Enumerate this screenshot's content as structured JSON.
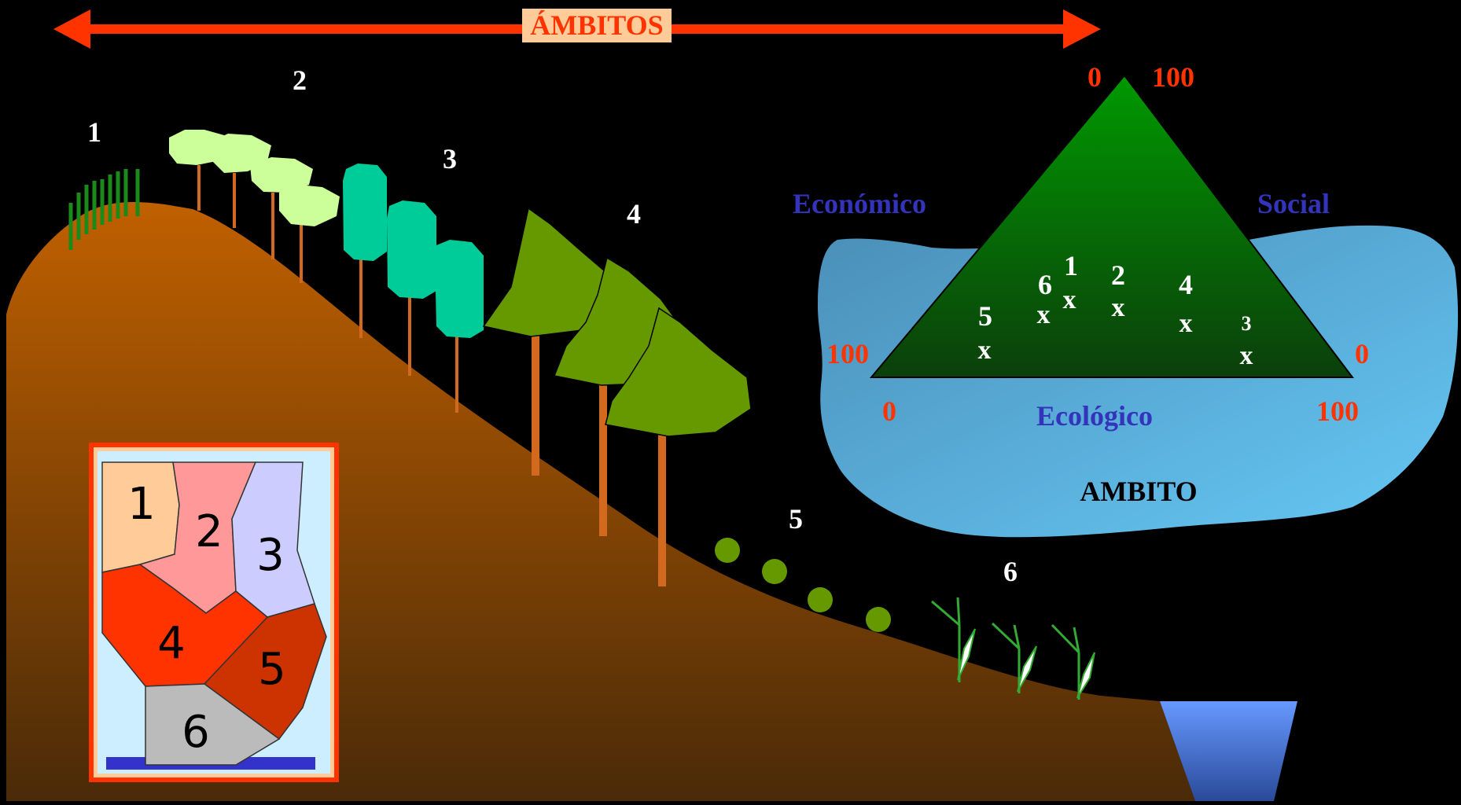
{
  "header": {
    "title": "ÁMBITOS"
  },
  "zone_labels": [
    "1",
    "2",
    "3",
    "4",
    "5",
    "6"
  ],
  "triangle": {
    "axis_economic": "Económico",
    "axis_social": "Social",
    "axis_ecological": "Ecológico",
    "apex_left_value": "0",
    "apex_right_value": "100",
    "left_value": "100",
    "right_value": "0",
    "bottom_left_value": "0",
    "bottom_right_value": "100",
    "caption": "AMBITO",
    "marker": "x",
    "points": [
      {
        "id": "1",
        "marker": "x"
      },
      {
        "id": "2",
        "marker": "x"
      },
      {
        "id": "3",
        "marker": "x"
      },
      {
        "id": "4",
        "marker": "x"
      },
      {
        "id": "5",
        "marker": "x"
      },
      {
        "id": "6",
        "marker": "x"
      }
    ]
  },
  "inset_map": {
    "regions": [
      "1",
      "2",
      "3",
      "4",
      "5",
      "6"
    ]
  },
  "colors": {
    "title_arrow": "#ff3300",
    "title_bg": "#ffcc99",
    "accent_red": "#ff3300",
    "axis_blue": "#3333bb",
    "triangle_top": "#009900",
    "triangle_bottom": "#0b3f0b",
    "lake_blue": "#5ab8e8",
    "hill_top": "#c06000",
    "hill_bottom": "#4a2a08"
  }
}
